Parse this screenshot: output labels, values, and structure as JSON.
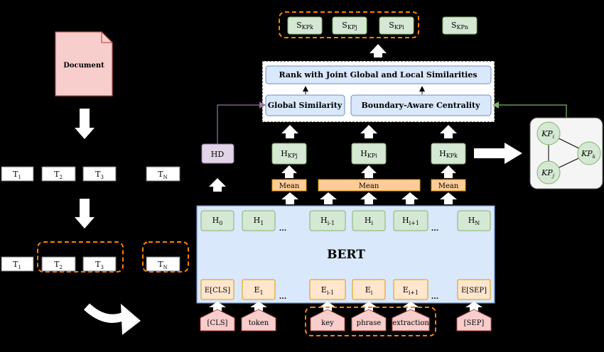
{
  "document_label": "Document",
  "left_tokens_row1": [
    {
      "base": "T",
      "sub": "1"
    },
    {
      "base": "T",
      "sub": "2"
    },
    {
      "base": "T",
      "sub": "3"
    },
    {
      "base": "T",
      "sub": "N"
    }
  ],
  "left_tokens_row2": [
    {
      "base": "T",
      "sub": "1"
    },
    {
      "base": "T",
      "sub": "2"
    },
    {
      "base": "T",
      "sub": "3"
    },
    {
      "base": "T",
      "sub": "N"
    }
  ],
  "scores": [
    {
      "base": "S",
      "sub": "KPk"
    },
    {
      "base": "S",
      "sub": "KPj"
    },
    {
      "base": "S",
      "sub": "KPi"
    },
    {
      "base": "S",
      "sub": "KPn"
    }
  ],
  "rank_label": "Rank with Joint Global and Local Similarities",
  "global_similarity_label": "Global Similarity",
  "boundary_label": "Boundary-Aware Centrality",
  "hd_label": "HD",
  "kp_embeddings": [
    {
      "base": "H",
      "sub": "KPj"
    },
    {
      "base": "H",
      "sub": "KPi"
    },
    {
      "base": "H",
      "sub": "KPk"
    }
  ],
  "mean_label": "Mean",
  "bert_label": "BERT",
  "hidden": [
    {
      "base": "H",
      "sub": "0"
    },
    {
      "base": "H",
      "sub": "1"
    },
    {
      "base": "H",
      "sub": "i-1"
    },
    {
      "base": "H",
      "sub": "i"
    },
    {
      "base": "H",
      "sub": "i+1"
    },
    {
      "base": "H",
      "sub": "N"
    }
  ],
  "embeddings": [
    {
      "base": "E[CLS]",
      "sub": ""
    },
    {
      "base": "E",
      "sub": "1"
    },
    {
      "base": "E",
      "sub": "i-1"
    },
    {
      "base": "E",
      "sub": "i"
    },
    {
      "base": "E",
      "sub": "i+1"
    },
    {
      "base": "E[SEP]",
      "sub": ""
    }
  ],
  "input_tokens": [
    "[CLS]",
    "token",
    "key",
    "phrase",
    "extraction",
    "[SEP]"
  ],
  "ellipsis": "...",
  "graph_nodes": [
    {
      "base": "KP",
      "sub": "i"
    },
    {
      "base": "KP",
      "sub": "k"
    },
    {
      "base": "KP",
      "sub": "j"
    }
  ],
  "colors": {
    "green_fill": "#d5e8d4",
    "green_stroke": "#82b366",
    "blue_fill": "#dae8fc",
    "blue_stroke": "#6c8ebf",
    "orange_fill": "#ffe6cc",
    "orange_stroke": "#d79b00",
    "mean_fill": "#ffcc99",
    "pink_fill": "#f8cecc",
    "pink_stroke": "#b85450",
    "purple_fill": "#e1d5e7",
    "purple_stroke": "#9673a6",
    "dash_orange": "#ff8000"
  }
}
